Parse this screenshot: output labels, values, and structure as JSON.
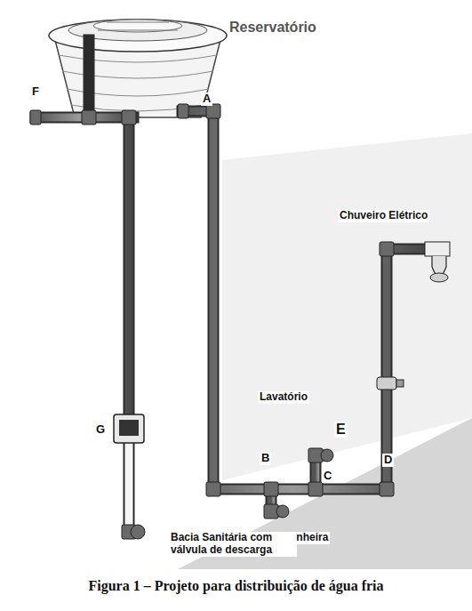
{
  "diagram": {
    "caption": "Figura 1 – Projeto para distribuição de água fria",
    "labels": [
      "Reservatório",
      "F",
      "A",
      "Chuveiro Elétrico",
      "Lavatório",
      "E",
      "B",
      "C",
      "D",
      "G",
      "Banheira",
      "Bacia Sanitária com válvula de descarga"
    ]
  }
}
